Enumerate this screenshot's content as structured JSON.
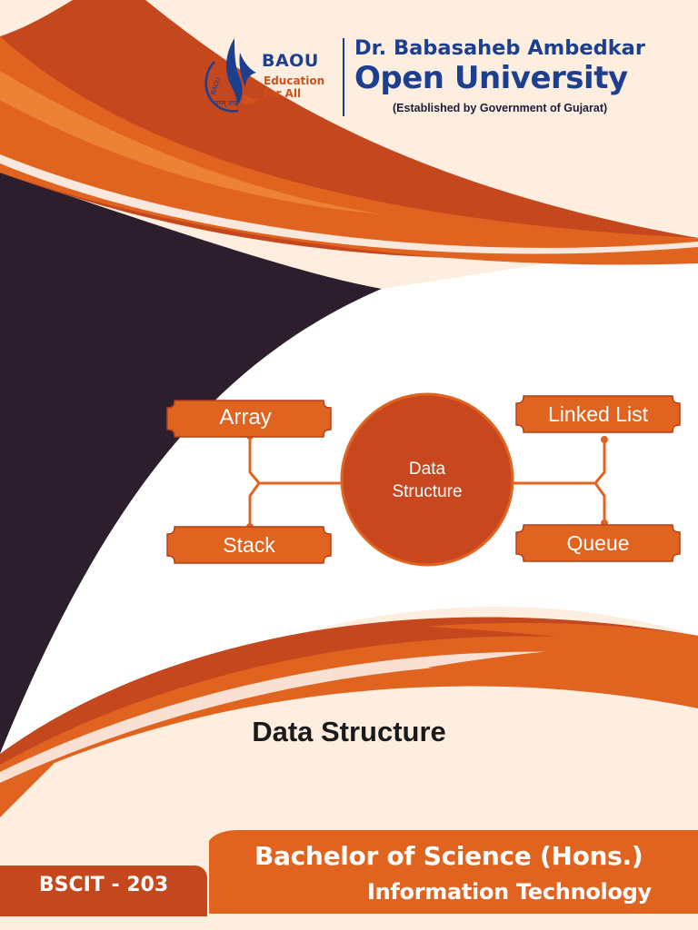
{
  "logo": {
    "acronym": "BAOU",
    "tagline_line1": "Education",
    "tagline_line2": "for All",
    "motto": "परम् तपः"
  },
  "university": {
    "name_line1": "Dr. Babasaheb Ambedkar",
    "name_line2": "Open University",
    "established": "(Established by Government of Gujarat)"
  },
  "diagram": {
    "center_line1": "Data",
    "center_line2": "Structure",
    "nodes": {
      "top_left": "Array",
      "bottom_left": "Stack",
      "top_right": "Linked List",
      "bottom_right": "Queue"
    }
  },
  "title": "Data Structure",
  "course_code": "BSCIT - 203",
  "degree": {
    "line1": "Bachelor of Science  (Hons.)",
    "line2": "Information Technology"
  },
  "colors": {
    "primary_orange": "#e0641f",
    "dark_orange": "#c4471d",
    "navy": "#1d3f8f",
    "dark_purple": "#2c1e2c",
    "cream": "#fdeee0"
  }
}
